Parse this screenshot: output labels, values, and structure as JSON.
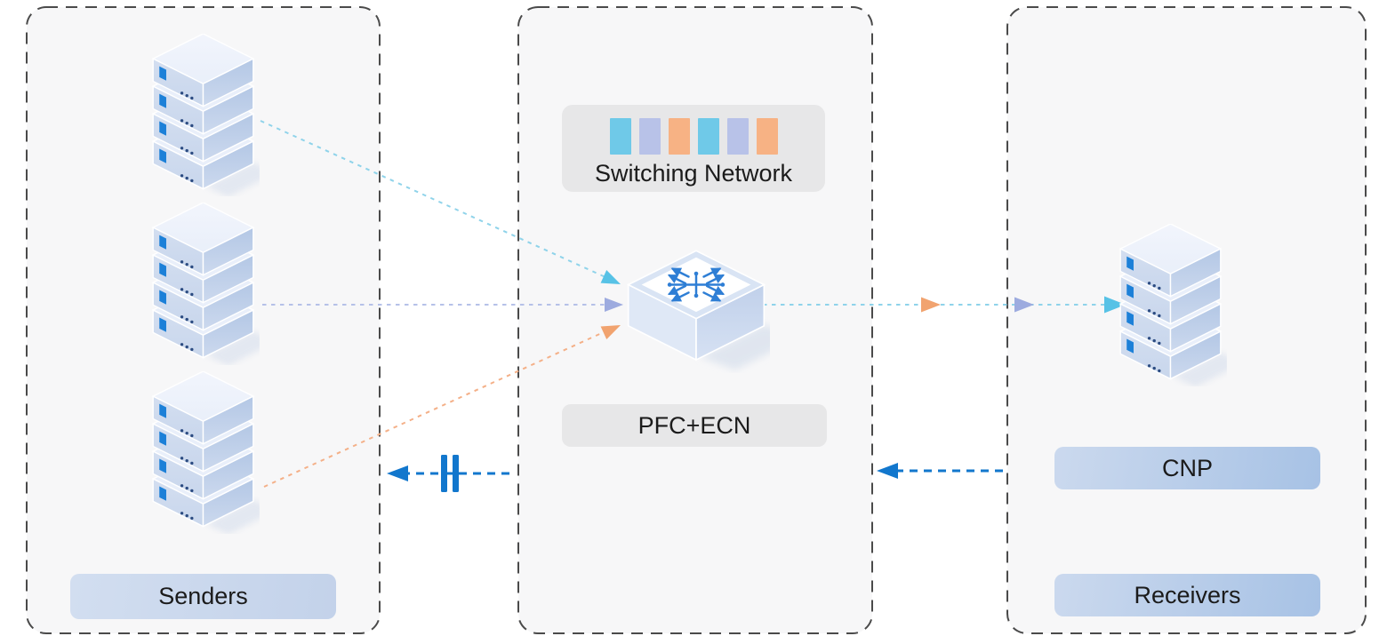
{
  "labels": {
    "senders": "Senders",
    "switching_network": "Switching Network",
    "pfc_ecn": "PFC+ECN",
    "cnp": "CNP",
    "receivers": "Receivers"
  },
  "panels": [
    {
      "name": "senders-panel",
      "label": "Senders",
      "servers": 3
    },
    {
      "name": "switching-panel",
      "label": "Switching Network",
      "mechanism": "PFC+ECN"
    },
    {
      "name": "receivers-panel",
      "label": "Receivers",
      "notification": "CNP",
      "servers": 1
    }
  ],
  "switch_queue": {
    "colors": [
      "#6fc9e8",
      "#b8c2e8",
      "#f7b284",
      "#6fc9e8",
      "#b8c2e8",
      "#f7b284"
    ]
  },
  "flows": [
    {
      "name": "sender-1-to-switch",
      "style": "dashed",
      "color": "cyan"
    },
    {
      "name": "sender-2-to-switch",
      "style": "dashed",
      "color": "lavender"
    },
    {
      "name": "sender-3-to-switch",
      "style": "dashed",
      "color": "orange"
    },
    {
      "name": "switch-to-receiver",
      "style": "dashed",
      "color": "cyan",
      "arrowheads": [
        "orange",
        "lavender",
        "cyan"
      ]
    },
    {
      "name": "cnp-receiver-to-switch",
      "style": "dashed",
      "color": "blue",
      "direction": "left"
    },
    {
      "name": "pause-switch-to-senders",
      "style": "dashed",
      "color": "blue",
      "direction": "left",
      "icon": "pause-frames-icon"
    }
  ],
  "icons": [
    "server-stack-icon",
    "network-switch-icon",
    "pause-frames-icon",
    "arrowhead-icon"
  ],
  "colors": {
    "flow-cyan-line": "#8fd3ea",
    "flow-cyan-head": "#57c2e6",
    "flow-lavender-line": "#b6c1e8",
    "flow-lavender-head": "#9dabdf",
    "flow-orange-line": "#f4b088",
    "flow-orange-head": "#f1a36f",
    "notification-blue": "#1277cd",
    "panel-bg": "#f7f7f8",
    "panel-border": "#4a4a4a",
    "gray-box-bg": "#e7e7e8",
    "label-gradient-start": "#cbd9ee",
    "label-gradient-end": "#a7c2e5",
    "senders-box-end": "#c3d2ea",
    "queue-cyan": "#6fc9e8",
    "queue-lavender": "#b8c2e8",
    "queue-orange": "#f7b284"
  }
}
